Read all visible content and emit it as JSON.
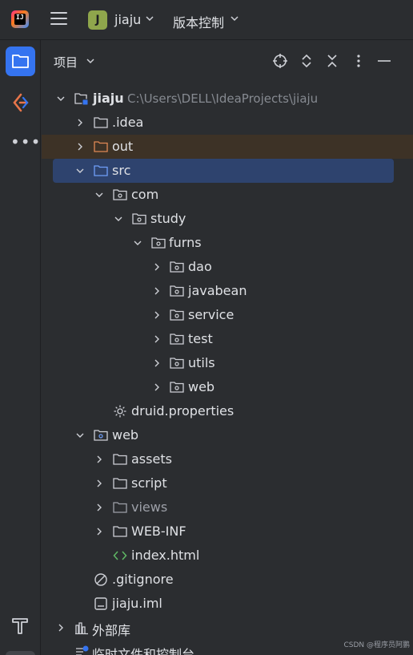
{
  "topbar": {
    "app_logo_text": "IJ",
    "project_badge": "J",
    "project_name": "jiaju",
    "vcs_label": "版本控制"
  },
  "left_strip": {
    "tools": [
      "folder-icon",
      "git-icon",
      "more-icon",
      "build-icon"
    ]
  },
  "panel": {
    "title": "项目",
    "header_icons": [
      "locate-icon",
      "expand-all-icon",
      "collapse-all-icon",
      "kebab-menu-icon",
      "minimize-icon"
    ]
  },
  "tree": [
    {
      "label": "jiaju",
      "path": "C:\\Users\\DELL\\IdeaProjects\\jiaju",
      "kind": "module",
      "expanded": true
    },
    {
      "label": ".idea",
      "kind": "folder",
      "expanded": false
    },
    {
      "label": "out",
      "kind": "excluded-folder",
      "expanded": false
    },
    {
      "label": "src",
      "kind": "source-folder",
      "expanded": true,
      "selected": true
    },
    {
      "label": "com",
      "kind": "package",
      "expanded": true
    },
    {
      "label": "study",
      "kind": "package",
      "expanded": true
    },
    {
      "label": "furns",
      "kind": "package",
      "expanded": true
    },
    {
      "label": "dao",
      "kind": "package",
      "expanded": false
    },
    {
      "label": "javabean",
      "kind": "package",
      "expanded": false
    },
    {
      "label": "service",
      "kind": "package",
      "expanded": false
    },
    {
      "label": "test",
      "kind": "package",
      "expanded": false
    },
    {
      "label": "utils",
      "kind": "package",
      "expanded": false
    },
    {
      "label": "web",
      "kind": "package",
      "expanded": false
    },
    {
      "label": "druid.properties",
      "kind": "properties-file"
    },
    {
      "label": "web",
      "kind": "web-folder",
      "expanded": true
    },
    {
      "label": "assets",
      "kind": "folder",
      "expanded": false
    },
    {
      "label": "script",
      "kind": "folder",
      "expanded": false
    },
    {
      "label": "views",
      "kind": "folder",
      "expanded": false
    },
    {
      "label": "WEB-INF",
      "kind": "folder",
      "expanded": false
    },
    {
      "label": "index.html",
      "kind": "html-file"
    },
    {
      "label": ".gitignore",
      "kind": "ignore-file"
    },
    {
      "label": "jiaju.iml",
      "kind": "iml-file"
    },
    {
      "label": "外部库",
      "kind": "libraries",
      "expanded": false
    },
    {
      "label": "临时文件和控制台",
      "kind": "scratches"
    }
  ],
  "watermark": "CSDN @程序员阿鹏"
}
